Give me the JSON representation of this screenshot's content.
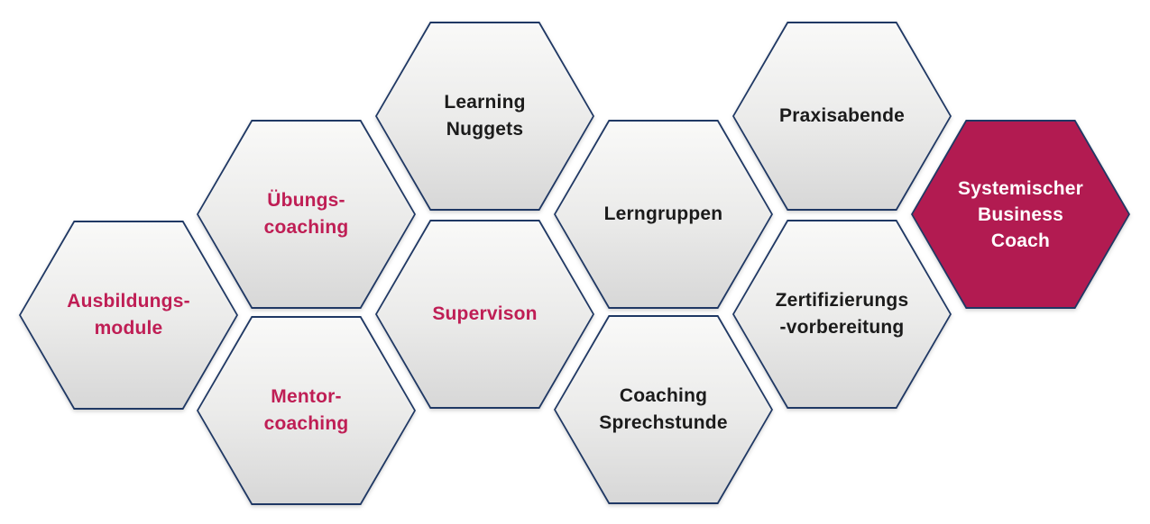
{
  "diagram": {
    "type": "honeycomb-diagram",
    "language": "de",
    "colors": {
      "hex_border": "#1f3864",
      "gray_fill_top": "#f9f9f8",
      "gray_fill_bottom": "#d7d7d7",
      "accent_fill": "#b21b51",
      "accent_text": "#bf1e55",
      "dark_text": "#1b1b1b",
      "light_text": "#ffffff",
      "background": "#ffffff"
    },
    "hexagons": [
      {
        "id": "ausbildungsmodule",
        "label": "Ausbildungs-\nmodule",
        "fill": "gray",
        "text_color": "accent"
      },
      {
        "id": "uebungscoaching",
        "label": "Übungs-\ncoaching",
        "fill": "gray",
        "text_color": "accent"
      },
      {
        "id": "mentorcoaching",
        "label": "Mentor-\ncoaching",
        "fill": "gray",
        "text_color": "accent"
      },
      {
        "id": "learning-nuggets",
        "label": "Learning\nNuggets",
        "fill": "gray",
        "text_color": "dark"
      },
      {
        "id": "supervison",
        "label": "Supervison",
        "fill": "gray",
        "text_color": "accent"
      },
      {
        "id": "lerngruppen",
        "label": "Lerngruppen",
        "fill": "gray",
        "text_color": "dark"
      },
      {
        "id": "coaching-sprechstunde",
        "label": "Coaching\nSprechstunde",
        "fill": "gray",
        "text_color": "dark"
      },
      {
        "id": "praxisabende",
        "label": "Praxisabende",
        "fill": "gray",
        "text_color": "dark"
      },
      {
        "id": "zertifizierungsvorbereitung",
        "label": "Zertifizierungs\n-vorbereitung",
        "fill": "gray",
        "text_color": "dark"
      },
      {
        "id": "systemischer-business-coach",
        "label": "Systemischer\nBusiness\nCoach",
        "fill": "accent",
        "text_color": "light"
      }
    ]
  }
}
